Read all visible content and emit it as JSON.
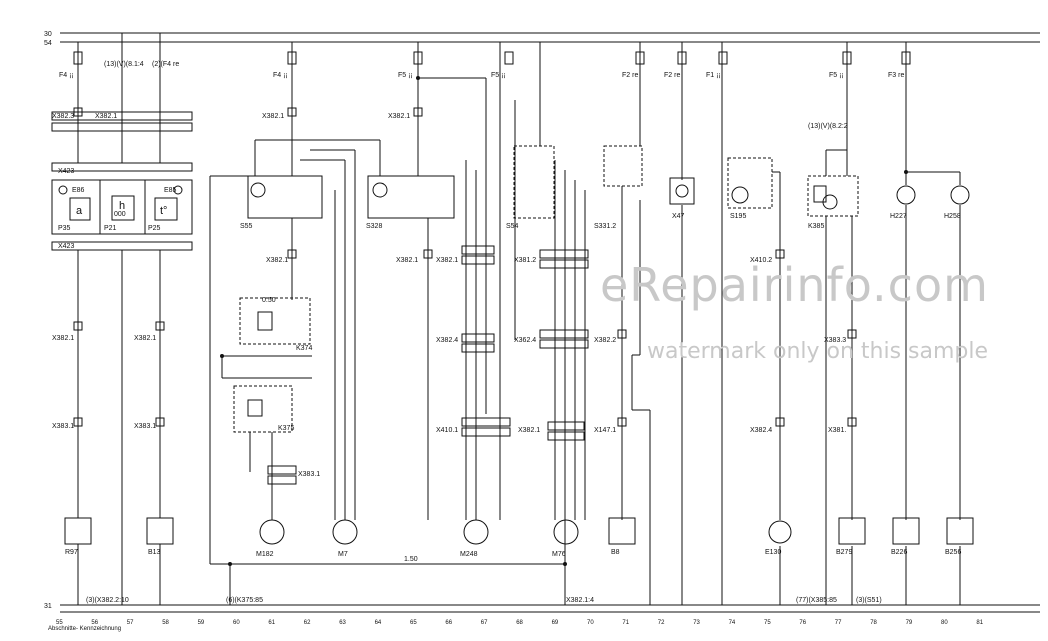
{
  "rails": {
    "top_30": "30",
    "top_54": "54",
    "bottom_31": "31"
  },
  "fuses": [
    {
      "col": 0,
      "label": "F4 ¡¡"
    },
    {
      "col": 4,
      "label": "F4 ¡¡"
    },
    {
      "col": 5,
      "label": "F5 ¡¡"
    },
    {
      "col": 6,
      "label": "F5 ¡¡"
    },
    {
      "col": 7,
      "label": "F2 re"
    },
    {
      "col": 8,
      "label": "F2 re"
    },
    {
      "col": 9,
      "label": "F1 ¡¡"
    },
    {
      "col": 10,
      "label": "F5 ¡¡"
    },
    {
      "col": 11,
      "label": "F3 re"
    }
  ],
  "instrument_cluster": {
    "top_connector": "X423",
    "bottom_connector": "X423",
    "gauges": [
      {
        "symbol": "a",
        "label": "P35",
        "num": "E86"
      },
      {
        "symbol": "h",
        "label": "P21",
        "num": "000"
      },
      {
        "symbol": "t°",
        "label": "P25",
        "num": "E85"
      }
    ]
  },
  "components": {
    "S55": "S55",
    "S328": "S328",
    "S54": "S54",
    "S331_2": "S331.2",
    "X47": "X47",
    "S195": "S195",
    "K385": "K385",
    "H227": "H227",
    "H258": "H258",
    "K374": "K374",
    "K375": "K375",
    "R97": "R97",
    "B13": "B13",
    "M182": "M182",
    "M7": "M7",
    "M248": "M248",
    "M76": "M76",
    "B8": "B8",
    "E130": "E130",
    "B279": "B279",
    "B226": "B226",
    "B256": "B256"
  },
  "connectors": [
    "X382.3",
    "X382.1",
    "X382.1",
    "X382.1",
    "X382.1",
    "X382.1",
    "X382.1",
    "X382.1",
    "X382.1",
    "X381.2",
    "X382.4",
    "X362.4",
    "X382.2",
    "X383.1",
    "X383.1",
    "X383.1",
    "X410.1",
    "X382.1",
    "X147.1",
    "X410.2",
    "X383.3",
    "X382.4",
    "X381."
  ],
  "wire_notes": {
    "w150": "1.50",
    "w50": "0.50",
    "ref_a": "(13)(V)(8.1:4",
    "ref_b": "(2)(F4 re",
    "ref_c": "(13)(V)(8.2:2",
    "ref_d": "(3)(X382.2:10",
    "ref_e": "(77)(X385:85",
    "ref_f": "X382.1:4",
    "ref_g": "(6)(K375:85",
    "ref_h": "(3)(S51)"
  },
  "column_numbers": [
    "55",
    "56",
    "57",
    "58",
    "59",
    "60",
    "61",
    "62",
    "63",
    "64",
    "65",
    "66",
    "67",
    "68",
    "69",
    "70",
    "71",
    "72",
    "73",
    "74",
    "75",
    "76",
    "77",
    "78",
    "79",
    "80",
    "81"
  ],
  "footer_note": "Abschnitte-\nKennzeichnung",
  "watermark": {
    "main": "eRepairinfo.com",
    "sub": "watermark only on this sample"
  }
}
